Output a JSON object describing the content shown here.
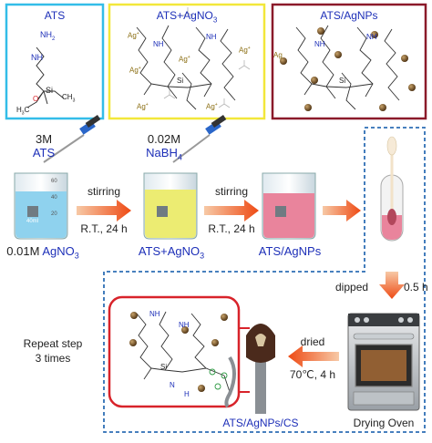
{
  "colors": {
    "box_ats": "#33bde8",
    "box_agno3": "#f2e73a",
    "box_agnps": "#8b1a2a",
    "box_cs": "#d8232a",
    "dashed": "#2f6fb5",
    "label_blue": "#1d2fb8",
    "arrow": "#f05a22",
    "liquid_blue": "#8fd2ee",
    "liquid_yellow": "#ecec72",
    "liquid_pink": "#e9849c",
    "silver": "#6b4a1e"
  },
  "panels": {
    "ats": {
      "title": "ATS"
    },
    "ats_agno3": {
      "title": "ATS+AgNO",
      "title_sub": "3"
    },
    "ats_agnps": {
      "title": "ATS/AgNPs"
    }
  },
  "molecule": {
    "nh2": "NH",
    "nh2_sub": "2",
    "nh": "NH",
    "h": "H",
    "n": "N",
    "si": "Si",
    "o": "O",
    "ch3": "CH",
    "ch3_sub": "3",
    "h3c": "H",
    "h3c_sub": "3",
    "h3c_c": "C",
    "ag_plus": "Ag",
    "ag_plus_sup": "+",
    "ag": "Ag"
  },
  "step1": {
    "reagent_conc": "3M",
    "reagent": "ATS",
    "beaker_label": "0.01M",
    "beaker_label_blue": "AgNO",
    "beaker_label_sub": "3",
    "arrow_top": "stirring",
    "arrow_bottom": "R.T., 24 h"
  },
  "step2": {
    "reagent_conc": "0.02M",
    "reagent": "NaBH",
    "reagent_sub": "4",
    "beaker_label": "ATS+AgNO",
    "beaker_label_sub": "3",
    "arrow_top": "stirring",
    "arrow_bottom": "R.T., 24 h"
  },
  "step3": {
    "beaker_label": "ATS/AgNPs"
  },
  "dip": {
    "label_left": "dipped",
    "label_right": "0.5 h"
  },
  "oven": {
    "label": "Drying Oven"
  },
  "dry": {
    "label_top": "dried",
    "label_bottom": "70℃, 4 h"
  },
  "product": {
    "label": "ATS/AgNPs/CS"
  },
  "repeat": {
    "line1": "Repeat step",
    "line2": "3 times"
  },
  "beaker_marks": [
    "60",
    "40",
    "20",
    "40ml"
  ]
}
